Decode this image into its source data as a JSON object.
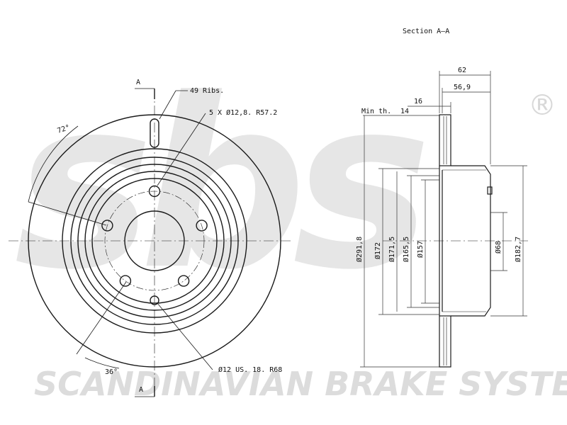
{
  "watermark": {
    "brand_letters": "sbs",
    "registered": "®",
    "company": "SCANDINAVIAN BRAKE SYSTEMS",
    "color": "#e3e3e3"
  },
  "front_view": {
    "section_marker_top": "A",
    "section_marker_bottom": "A",
    "ribs_label": "49 Ribs.",
    "bolts_label": "5 X Ø12,8. R57.2",
    "hole_label": "Ø12 US. 18. R68",
    "angle_top": "72°",
    "angle_bottom": "36°"
  },
  "section_view": {
    "title": "Section A–A",
    "dim_total_width": "62",
    "dim_hat_width": "56,9",
    "dim_disc_thickness": "16",
    "min_thickness_label": "Min th.",
    "min_thickness_value": "14",
    "diameters": [
      "Ø291,8",
      "Ø172",
      "Ø171,5",
      "Ø165,5",
      "Ø157",
      "Ø68",
      "Ø182,7"
    ]
  },
  "colors": {
    "line": "#1a1a1a",
    "dim": "#333333"
  }
}
